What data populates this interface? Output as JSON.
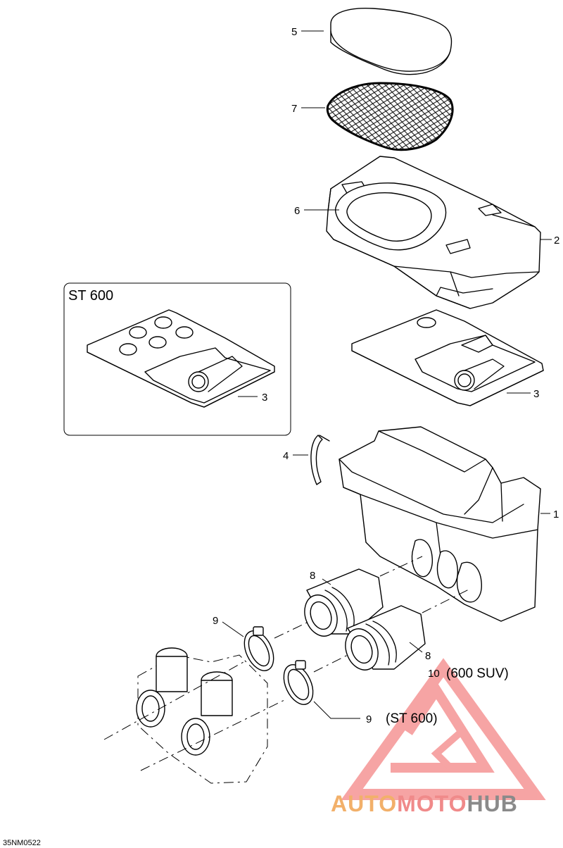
{
  "inset": {
    "title": "ST 600"
  },
  "callouts": {
    "c1": "1",
    "c2": "2",
    "c3a": "3",
    "c3b": "3",
    "c4": "4",
    "c5": "5",
    "c6": "6",
    "c7": "7",
    "c8a": "8",
    "c8b": "8",
    "c9a": "9",
    "c9b": "9",
    "c10": "10"
  },
  "notes": {
    "suv": "(600 SUV)",
    "st": "(ST 600)"
  },
  "reference_code": "35NM0522",
  "watermark": {
    "part1": "AUTO",
    "part2": "MOTO",
    "part3": "HUB",
    "colors": {
      "part1": "#f2b06a",
      "part2": "#f08a8a",
      "part3": "#8a8a8a",
      "logo": "#f05a5a"
    }
  }
}
